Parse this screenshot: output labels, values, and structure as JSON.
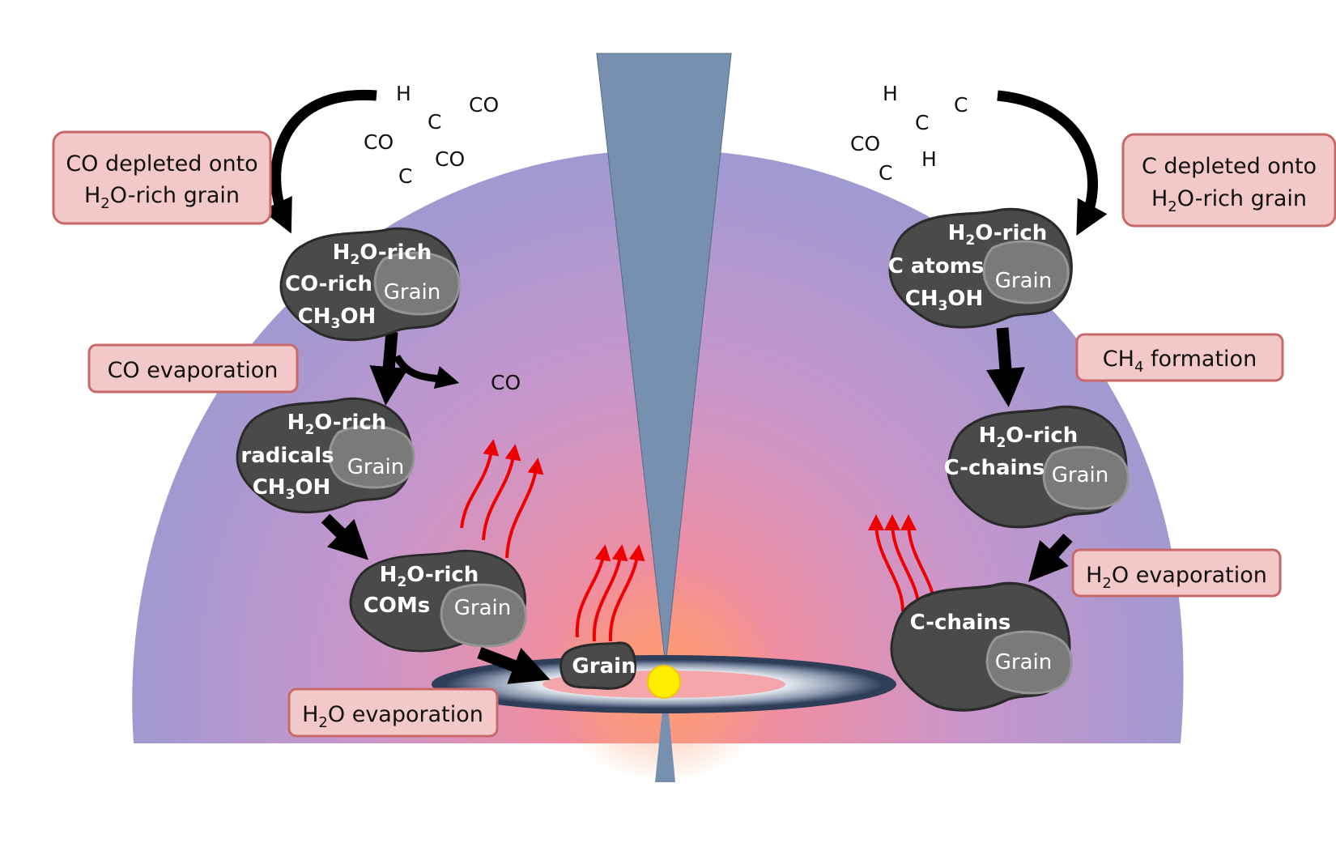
{
  "molecules_left": [
    "H",
    "C",
    "CO",
    "CO",
    "CO",
    "C"
  ],
  "molecules_right": [
    "H",
    "C",
    "C",
    "CO",
    "H",
    "C"
  ],
  "boxes": {
    "co_depleted": {
      "line1": "CO depleted onto",
      "line2_pre": "H",
      "line2_sub": "2",
      "line2_post": "O-rich grain"
    },
    "c_depleted": {
      "line1": "C depleted onto",
      "line2_pre": "H",
      "line2_sub": "2",
      "line2_post": "O-rich grain"
    },
    "co_evaporation": "CO evaporation",
    "ch4_formation": {
      "pre": "CH",
      "sub": "4",
      "post": " formation"
    },
    "h2o_evap_left": {
      "pre": "H",
      "sub": "2",
      "post": "O evaporation"
    },
    "h2o_evap_right": {
      "pre": "H",
      "sub": "2",
      "post": "O evaporation"
    }
  },
  "co_released": "CO",
  "grains": {
    "left1": {
      "l1": {
        "pre": "H",
        "sub": "2",
        "post": "O-rich"
      },
      "l2": "CO-rich",
      "l3": {
        "pre": "CH",
        "sub": "3",
        "post": "OH"
      },
      "core": "Grain"
    },
    "left2": {
      "l1": {
        "pre": "H",
        "sub": "2",
        "post": "O-rich"
      },
      "l2": "radicals",
      "l3": {
        "pre": "CH",
        "sub": "3",
        "post": "OH"
      },
      "core": "Grain"
    },
    "left3": {
      "l1": {
        "pre": "H",
        "sub": "2",
        "post": "O-rich"
      },
      "l2": "COMs",
      "core": "Grain"
    },
    "bare": {
      "core": "Grain"
    },
    "right1": {
      "l1": {
        "pre": "H",
        "sub": "2",
        "post": "O-rich"
      },
      "l2": "C atoms",
      "l3": {
        "pre": "CH",
        "sub": "3",
        "post": "OH"
      },
      "core": "Grain"
    },
    "right2": {
      "l1": {
        "pre": "H",
        "sub": "2",
        "post": "O-rich"
      },
      "l2": "C-chains",
      "core": "Grain"
    },
    "right3": {
      "l1": "C-chains",
      "core": "Grain"
    }
  },
  "colors": {
    "envelope_edge": "#9a9ad0",
    "envelope_center": "#f89a8a",
    "outflow": "#7890b0",
    "box_fill": "#f2c8c8",
    "box_stroke": "#c86868",
    "grain_mantle": "#4a4a4a",
    "grain_core": "#7a7a7a",
    "heat_arrow": "#ee0000",
    "star": "#ffee00"
  }
}
